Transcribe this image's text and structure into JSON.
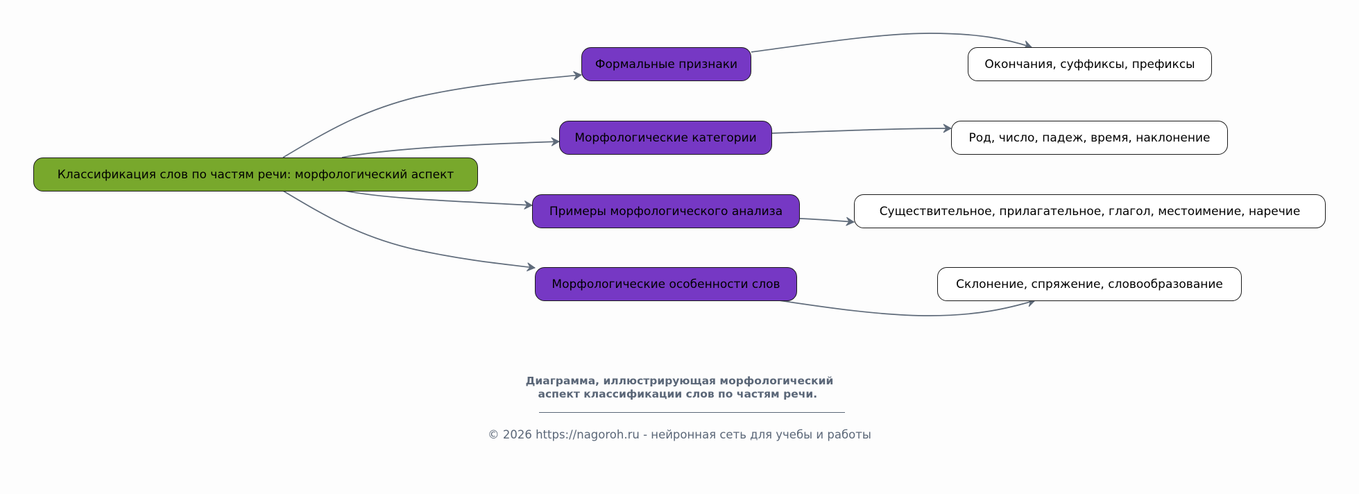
{
  "diagram": {
    "root": {
      "id": "root",
      "label": "Классификация слов по частям речи: морфологический аспект",
      "color": "#78a82c"
    },
    "branches": [
      {
        "id": "b1",
        "label": "Формальные признаки",
        "color": "#7638c4",
        "child": {
          "id": "c1",
          "label": "Окончания, суффиксы, префиксы"
        }
      },
      {
        "id": "b2",
        "label": "Морфологические категории",
        "color": "#7638c4",
        "child": {
          "id": "c2",
          "label": "Род, число, падеж, время, наклонение"
        }
      },
      {
        "id": "b3",
        "label": "Примеры морфологического анализа",
        "color": "#7638c4",
        "child": {
          "id": "c3",
          "label": "Существительное, прилагательное, глагол, местоимение, наречие"
        }
      },
      {
        "id": "b4",
        "label": "Морфологические особенности слов",
        "color": "#7638c4",
        "child": {
          "id": "c4",
          "label": "Склонение, спряжение, словообразование"
        }
      }
    ],
    "edges": [
      {
        "from": "root",
        "to": "b1"
      },
      {
        "from": "root",
        "to": "b2"
      },
      {
        "from": "root",
        "to": "b3"
      },
      {
        "from": "root",
        "to": "b4"
      },
      {
        "from": "b1",
        "to": "c1"
      },
      {
        "from": "b2",
        "to": "c2"
      },
      {
        "from": "b3",
        "to": "c3"
      },
      {
        "from": "b4",
        "to": "c4"
      }
    ],
    "edge_color": "#5f6b7a",
    "leaf_color": "#ffffff"
  },
  "caption": {
    "title_line1": "Диаграмма, иллюстрирующая морфологический",
    "title_line2": "аспект классификации слов по частям речи. ",
    "rule": "",
    "footer": "© 2026 https://nagoroh.ru - нейронная сеть для учебы и работы",
    "color": "#5b6778"
  }
}
